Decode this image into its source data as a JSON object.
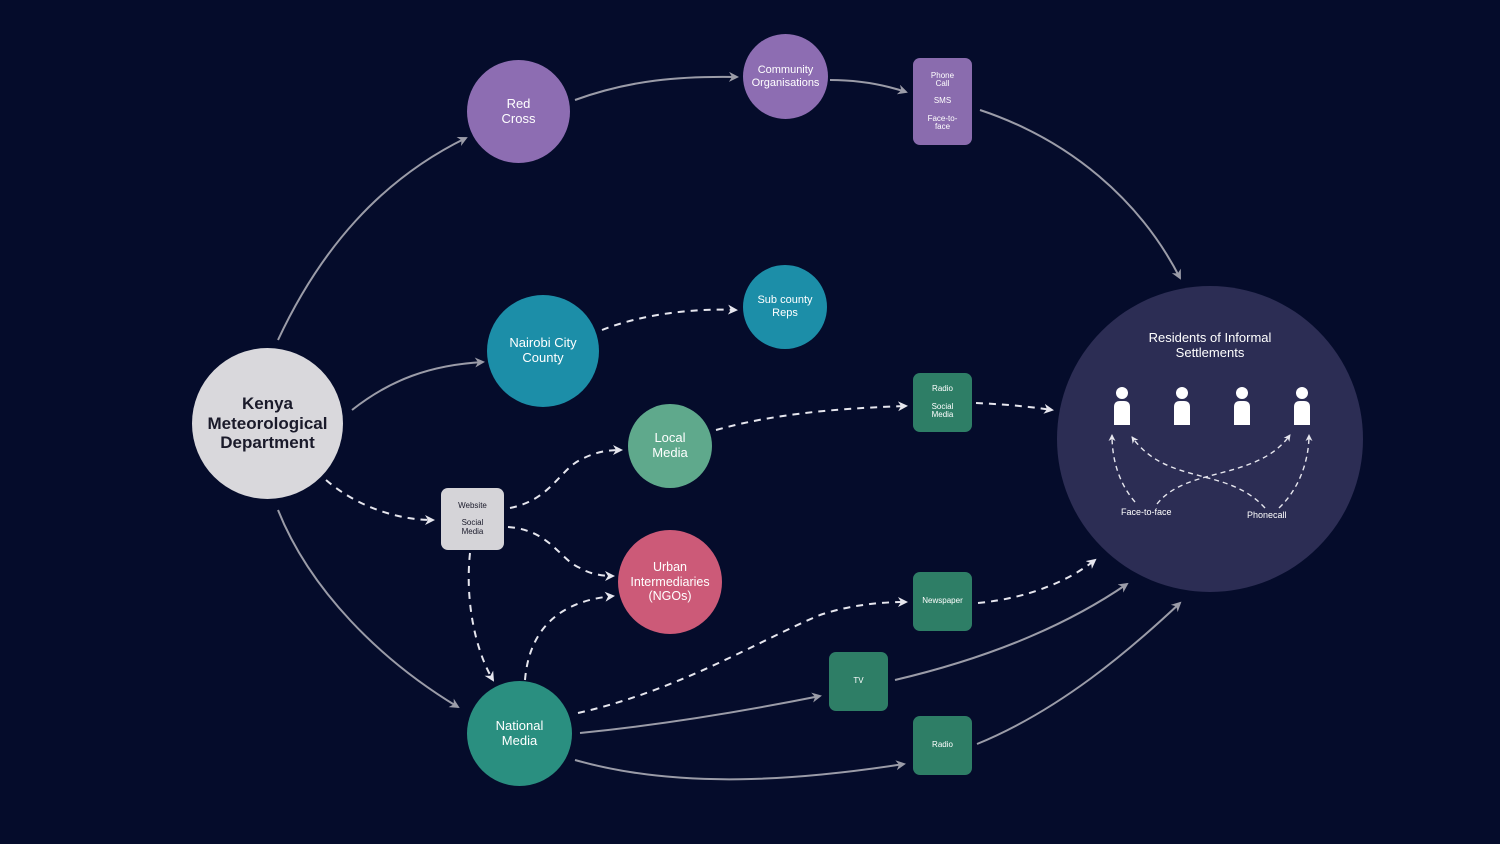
{
  "colors": {
    "background": "#050c2b",
    "kmd": "#d9d8dc",
    "purple": "#8d6db2",
    "teal_blue": "#1c8ea8",
    "teal": "#2a8f93",
    "green": "#5fa98c",
    "pink": "#cc5a78",
    "box_green": "#2e7e66",
    "box_purple": "#8a6cae",
    "box_grey": "#d5d4d8",
    "residents": "#2c2d54",
    "arrow": "#9b9ca8"
  },
  "nodes": {
    "kmd": "Kenya Meteorological Department",
    "red_cross": "Red Cross",
    "community_orgs": "Community Organisations",
    "nairobi_county": "Nairobi City County",
    "sub_county": "Sub county Reps",
    "local_media": "Local Media",
    "urban_intermediaries": "Urban Intermediaries (NGOs)",
    "national_media": "National Media",
    "residents": "Residents of Informal Settlements"
  },
  "boxes": {
    "phone_sms": [
      "Phone Call",
      "SMS",
      "Face-to-face"
    ],
    "website_social": [
      "Website",
      "Social Media"
    ],
    "radio_social": [
      "Radio",
      "Social Media"
    ],
    "newspaper": "Newspaper",
    "tv": "TV",
    "radio": "Radio"
  },
  "residents_labels": {
    "face_to_face": "Face-to-face",
    "phonecall": "Phonecall"
  },
  "icons": {
    "person": "person-icon",
    "arrow": "arrow-icon"
  }
}
